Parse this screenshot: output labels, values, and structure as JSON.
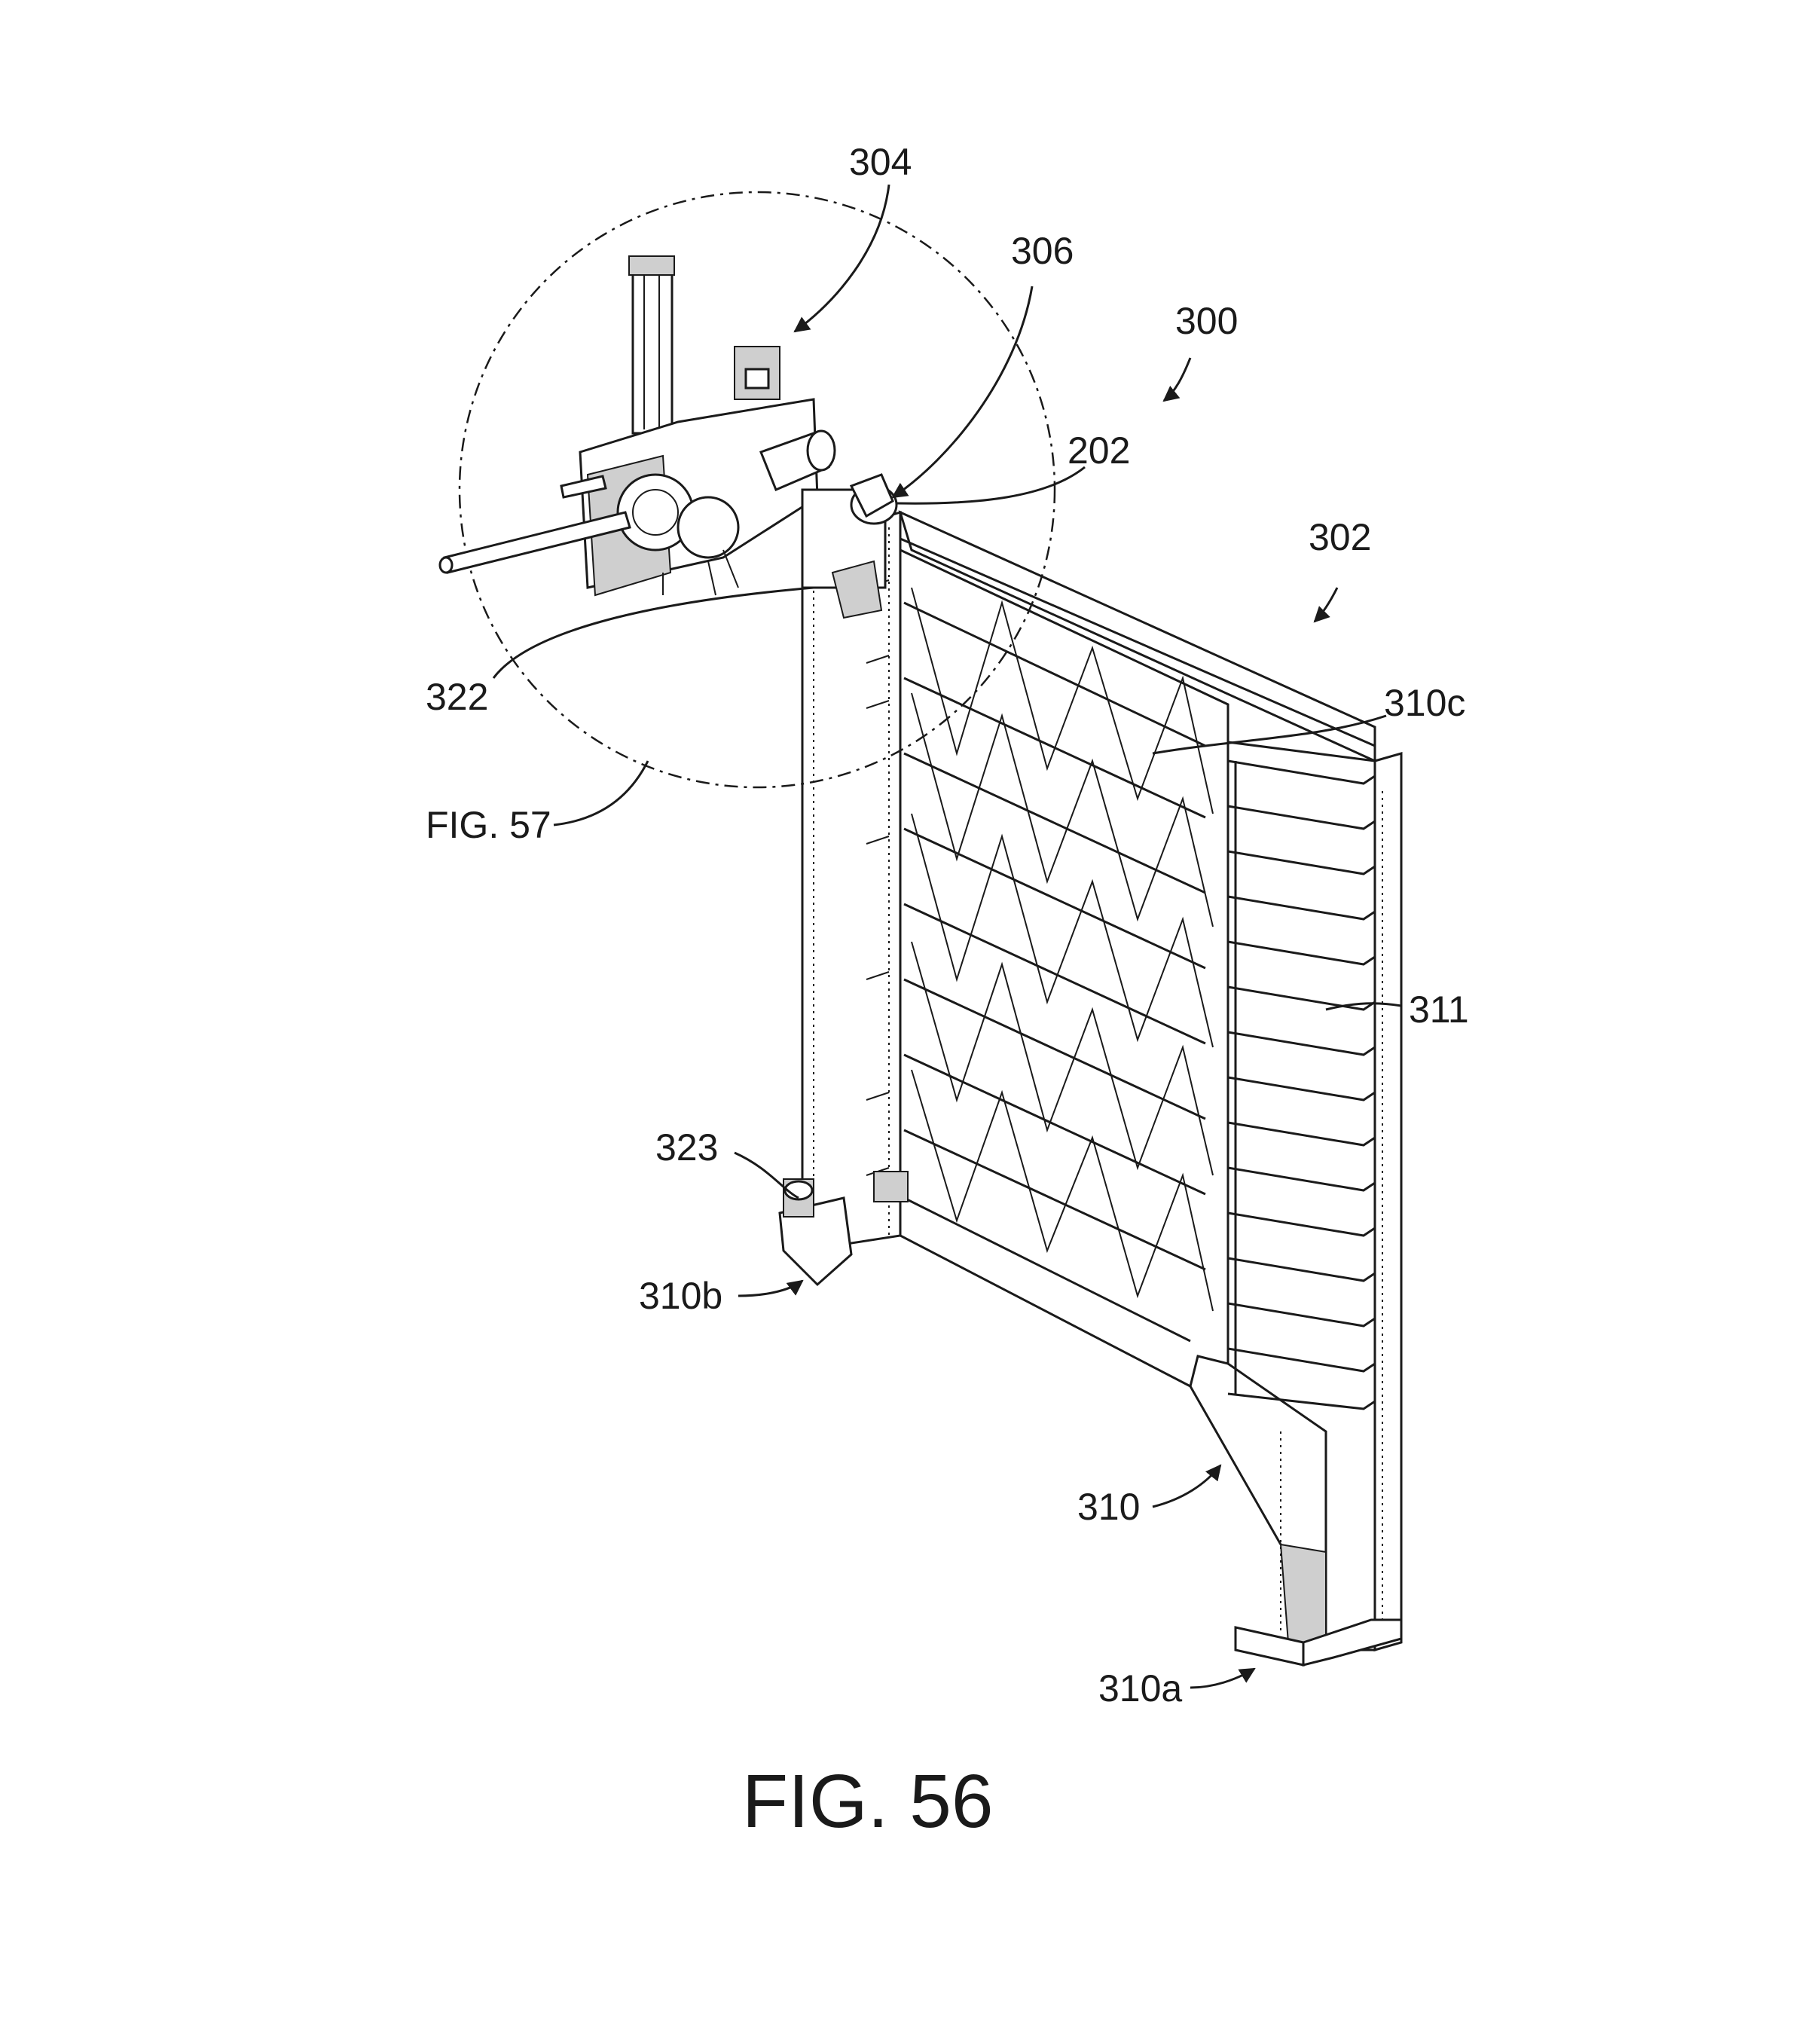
{
  "figure": {
    "title": "FIG. 56",
    "detail_callout": "FIG. 57"
  },
  "labels": {
    "l304": "304",
    "l306": "306",
    "l300": "300",
    "l202": "202",
    "l302": "302",
    "l310c": "310c",
    "l322": "322",
    "l311": "311",
    "l323": "323",
    "l310b": "310b",
    "l310": "310",
    "l310a": "310a"
  }
}
